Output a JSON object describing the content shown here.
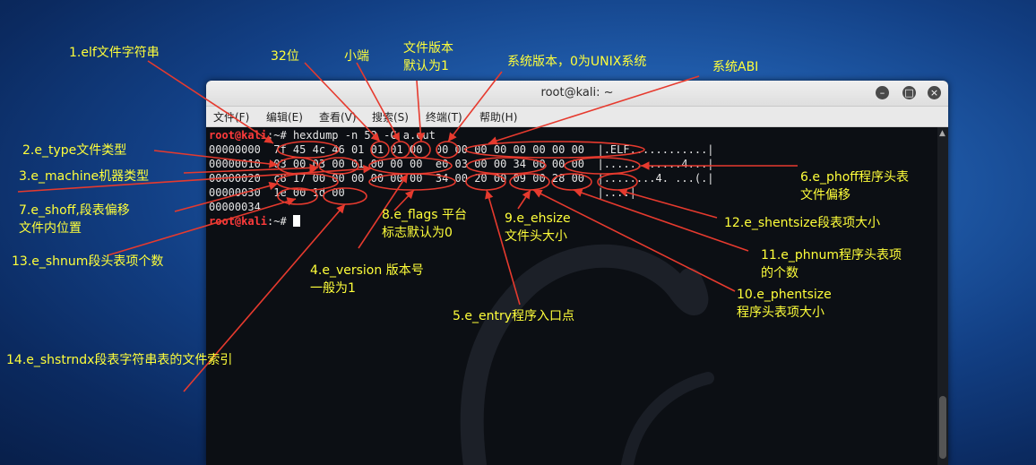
{
  "window": {
    "title": "root@kali: ~",
    "menu": [
      "文件(F)",
      "编辑(E)",
      "查看(V)",
      "搜索(S)",
      "终端(T)",
      "帮助(H)"
    ],
    "minimize": "–",
    "maximize": "□",
    "close": "×"
  },
  "terminal": {
    "prompt_user": "root@kali",
    "prompt_path": ":~#",
    "command": " hexdump -n 52 -C a.out",
    "lines": [
      "00000000  7f 45 4c 46 01 01 01 00  00 00 00 00 00 00 00 00  |.ELF............|",
      "00000010  03 00 03 00 01 00 00 00  e0 03 00 00 34 00 00 00  |............4...|",
      "00000020  c8 17 00 00 00 00 00 00  34 00 20 00 09 00 28 00  |........4. ...(.|",
      "00000030  1e 00 1d 00                                       |....|",
      "00000034"
    ]
  },
  "annotations": {
    "a1": "1.elf文件字符串",
    "a32": "32位",
    "aendian": "小端",
    "aver": "文件版本\n默认为1",
    "aos": "系统版本，0为UNIX系统",
    "aabi": "系统ABI",
    "a2": "2.e_type文件类型",
    "a3": "3.e_machine机器类型",
    "a7": "7.e_shoff,段表偏移\n文件内位置",
    "a13": "13.e_shnum段头表项个数",
    "a14": "14.e_shstrndx段表字符串表的文件索引",
    "a8": "8.e_flags 平台\n标志默认为0",
    "a9": "9.e_ehsize\n文件头大小",
    "a4": "4.e_version 版本号\n一般为1",
    "a5": "5.e_entry程序入口点",
    "a6": "6.e_phoff程序头表\n文件偏移",
    "a12": "12.e_shentsize段表项大小",
    "a11": "11.e_phnum程序头表项\n的个数",
    "a10": "10.e_phentsize\n程序头表项大小"
  },
  "colors": {
    "annotation": "#ffff3a",
    "arrow": "#e63a2e",
    "prompt": "#ff3b3b"
  }
}
